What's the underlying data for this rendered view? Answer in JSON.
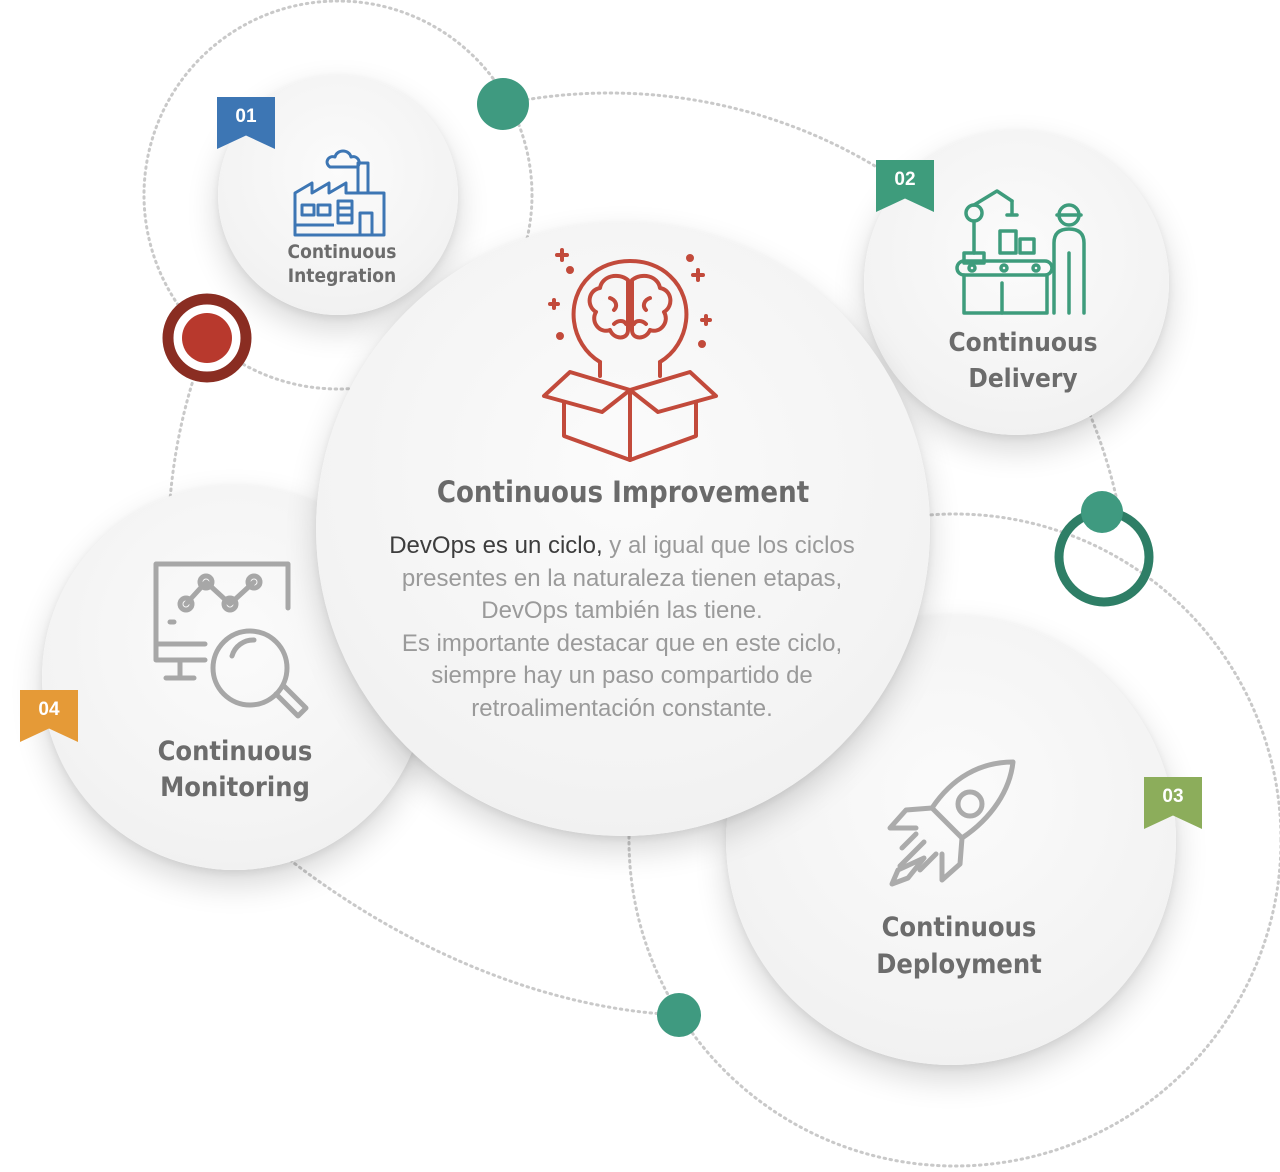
{
  "colors": {
    "integration_blue": "#3d76b4",
    "delivery_green": "#3e9c7c",
    "deployment_olive": "#8cad5b",
    "monitoring_orange": "#e59a37",
    "improvement_red": "#c24a3b",
    "teal_dot": "#3f9a80",
    "red_ring": "#8a2d22",
    "label_gray": "#6c6c6c"
  },
  "stages": [
    {
      "number": "01",
      "label": "Continuous\nIntegration",
      "icon": "factory-icon"
    },
    {
      "number": "02",
      "label": "Continuous\nDelivery",
      "icon": "assembly-line-worker-icon"
    },
    {
      "number": "03",
      "label": "Continuous\nDeployment",
      "icon": "rocket-icon"
    },
    {
      "number": "04",
      "label": "Continuous\nMonitoring",
      "icon": "monitor-magnifier-icon"
    }
  ],
  "center": {
    "title": "Continuous Improvement",
    "icon": "brain-bulb-box-icon",
    "lead": "DevOps es un ciclo,",
    "body": " y al igual que los ciclos presentes en la naturaleza tienen etapas, DevOps también las tiene.",
    "body2": "Es importante destacar que en este ciclo, siempre hay un paso compartido de retroalimentación constante."
  }
}
